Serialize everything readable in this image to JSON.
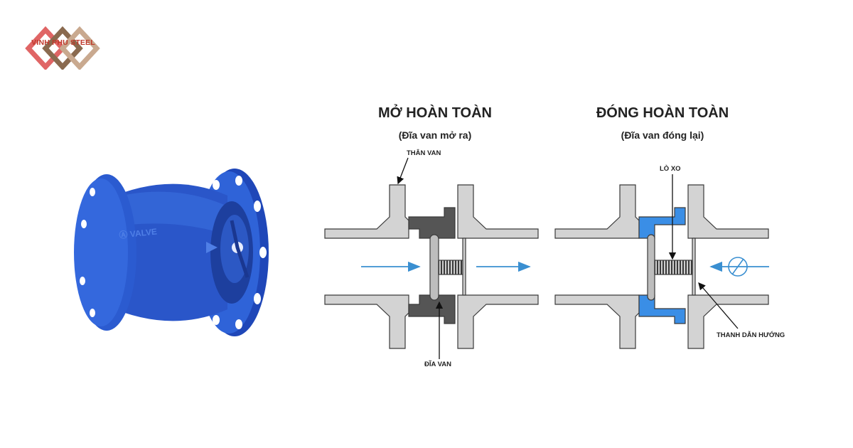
{
  "brand": {
    "name": "VINH PHU STEEL",
    "colors": {
      "red": "#e06565",
      "brown": "#8a6a4f",
      "tan": "#c9a98f"
    }
  },
  "product_image": {
    "subject": "blue flanged silent check valve",
    "color": "#2855c9"
  },
  "panels": [
    {
      "title": "MỞ HOÀN TOÀN",
      "subtitle": "(Đĩa van mở ra)",
      "labels": {
        "body": "THÂN VAN",
        "disc": "ĐĨA VAN"
      }
    },
    {
      "title": "ĐÓNG HOÀN TOÀN",
      "subtitle": "(Đĩa van đóng lại)",
      "labels": {
        "spring": "LÒ XO",
        "guide": "THANH DẪN HƯỚNG"
      }
    }
  ],
  "colors": {
    "body_fill": "#d3d3d3",
    "body_stroke": "#3a3a3a",
    "open_seat": "#555555",
    "closed_seat": "#3a8ee6",
    "flow_arrow": "#3a8fd1"
  }
}
